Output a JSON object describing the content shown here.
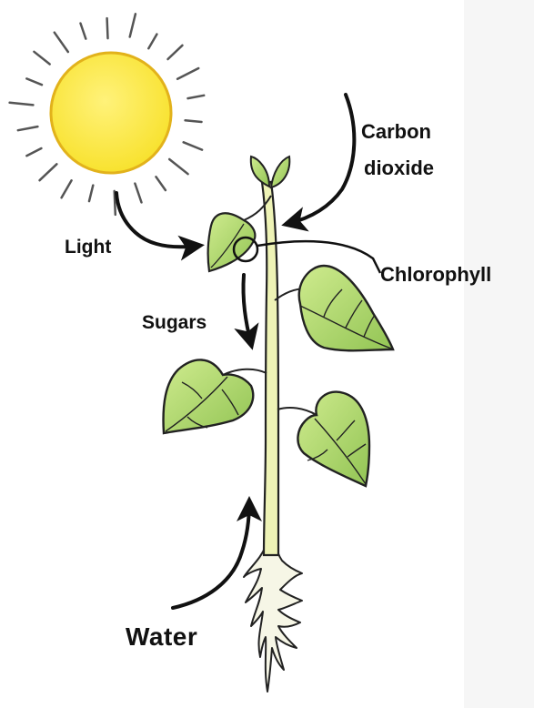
{
  "labels": {
    "carbon": "Carbon",
    "dioxide": "dioxide",
    "light": "Light",
    "chlorophyll": "Chlorophyll",
    "sugars": "Sugars",
    "water": "Water"
  },
  "colors": {
    "sun_fill": "#fbe94a",
    "sun_outline": "#e7b71c",
    "ray": "#555555",
    "leaf_fill": "#a6d468",
    "leaf_highlight": "#d6ef9c",
    "outline": "#222222",
    "stem": "#eef3b8",
    "root": "#f4f5e4",
    "arrow": "#111111"
  },
  "icons": [
    "sun-icon",
    "plant-icon"
  ]
}
